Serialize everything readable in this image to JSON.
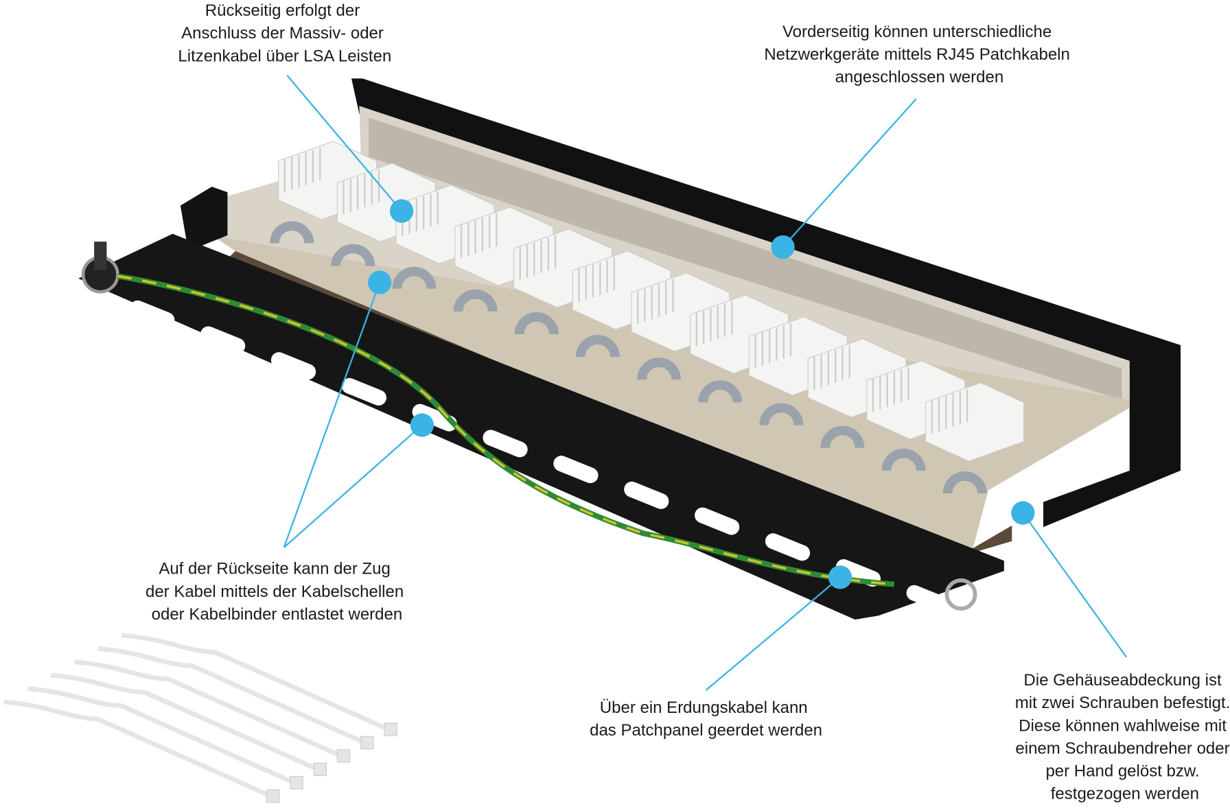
{
  "colors": {
    "callout": "#3bb3e4",
    "tray": "#151515",
    "module": "#d8cfbf",
    "lsa": "#f4f4f2"
  },
  "callouts": [
    {
      "id": "lsa",
      "lines": [
        "Rückseitig erfolgt der",
        "Anschluss der Massiv- oder",
        "Litzenkabel über LSA Leisten"
      ]
    },
    {
      "id": "rj45",
      "lines": [
        "Vorderseitig können unterschiedliche",
        "Netzwerkgeräte mittels RJ45 Patchkabeln",
        "angeschlossen werden"
      ]
    },
    {
      "id": "strain",
      "lines": [
        "Auf der Rückseite kann der Zug",
        "der Kabel mittels der Kabelschellen",
        "oder Kabelbinder entlastet werden"
      ]
    },
    {
      "id": "ground",
      "lines": [
        "Über ein Erdungskabel kann",
        "das Patchpanel geerdet werden"
      ]
    },
    {
      "id": "cover",
      "lines": [
        "Die Gehäuseabdeckung ist",
        "mit zwei Schrauben befestigt.",
        "Diese können wahlweise mit",
        "einem Schraubendreher oder",
        "per Hand gelöst bzw.",
        "festgezogen werden"
      ]
    }
  ]
}
